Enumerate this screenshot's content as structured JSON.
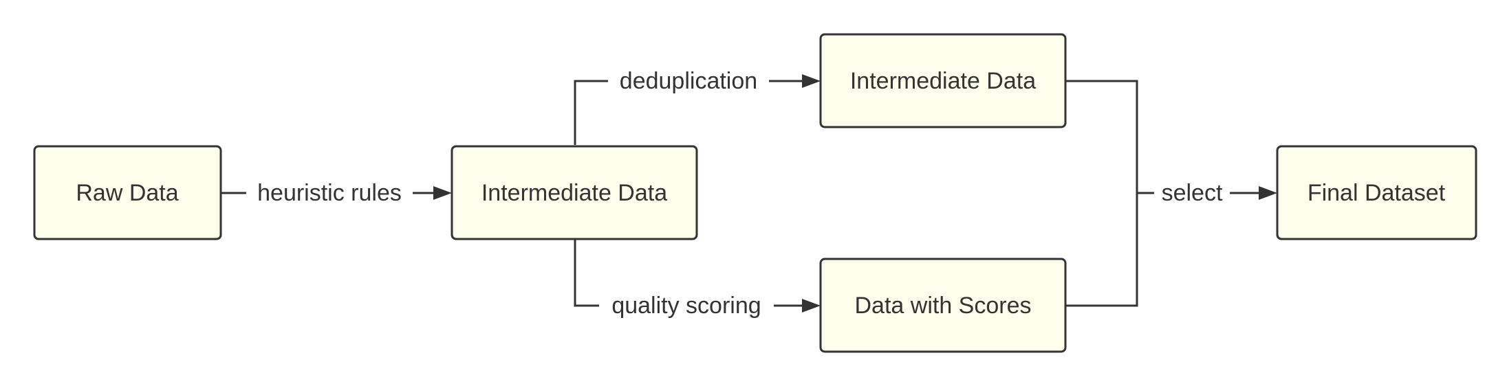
{
  "nodes": {
    "raw_data": "Raw Data",
    "intermediate_1": "Intermediate Data",
    "intermediate_2": "Intermediate Data",
    "data_with_scores": "Data with Scores",
    "final_dataset": "Final Dataset"
  },
  "edges": {
    "heuristic_rules": "heuristic rules",
    "deduplication": "deduplication",
    "quality_scoring": "quality scoring",
    "select": "select"
  },
  "colors": {
    "node_fill": "#fefeec",
    "stroke": "#333333",
    "text": "#333333"
  }
}
